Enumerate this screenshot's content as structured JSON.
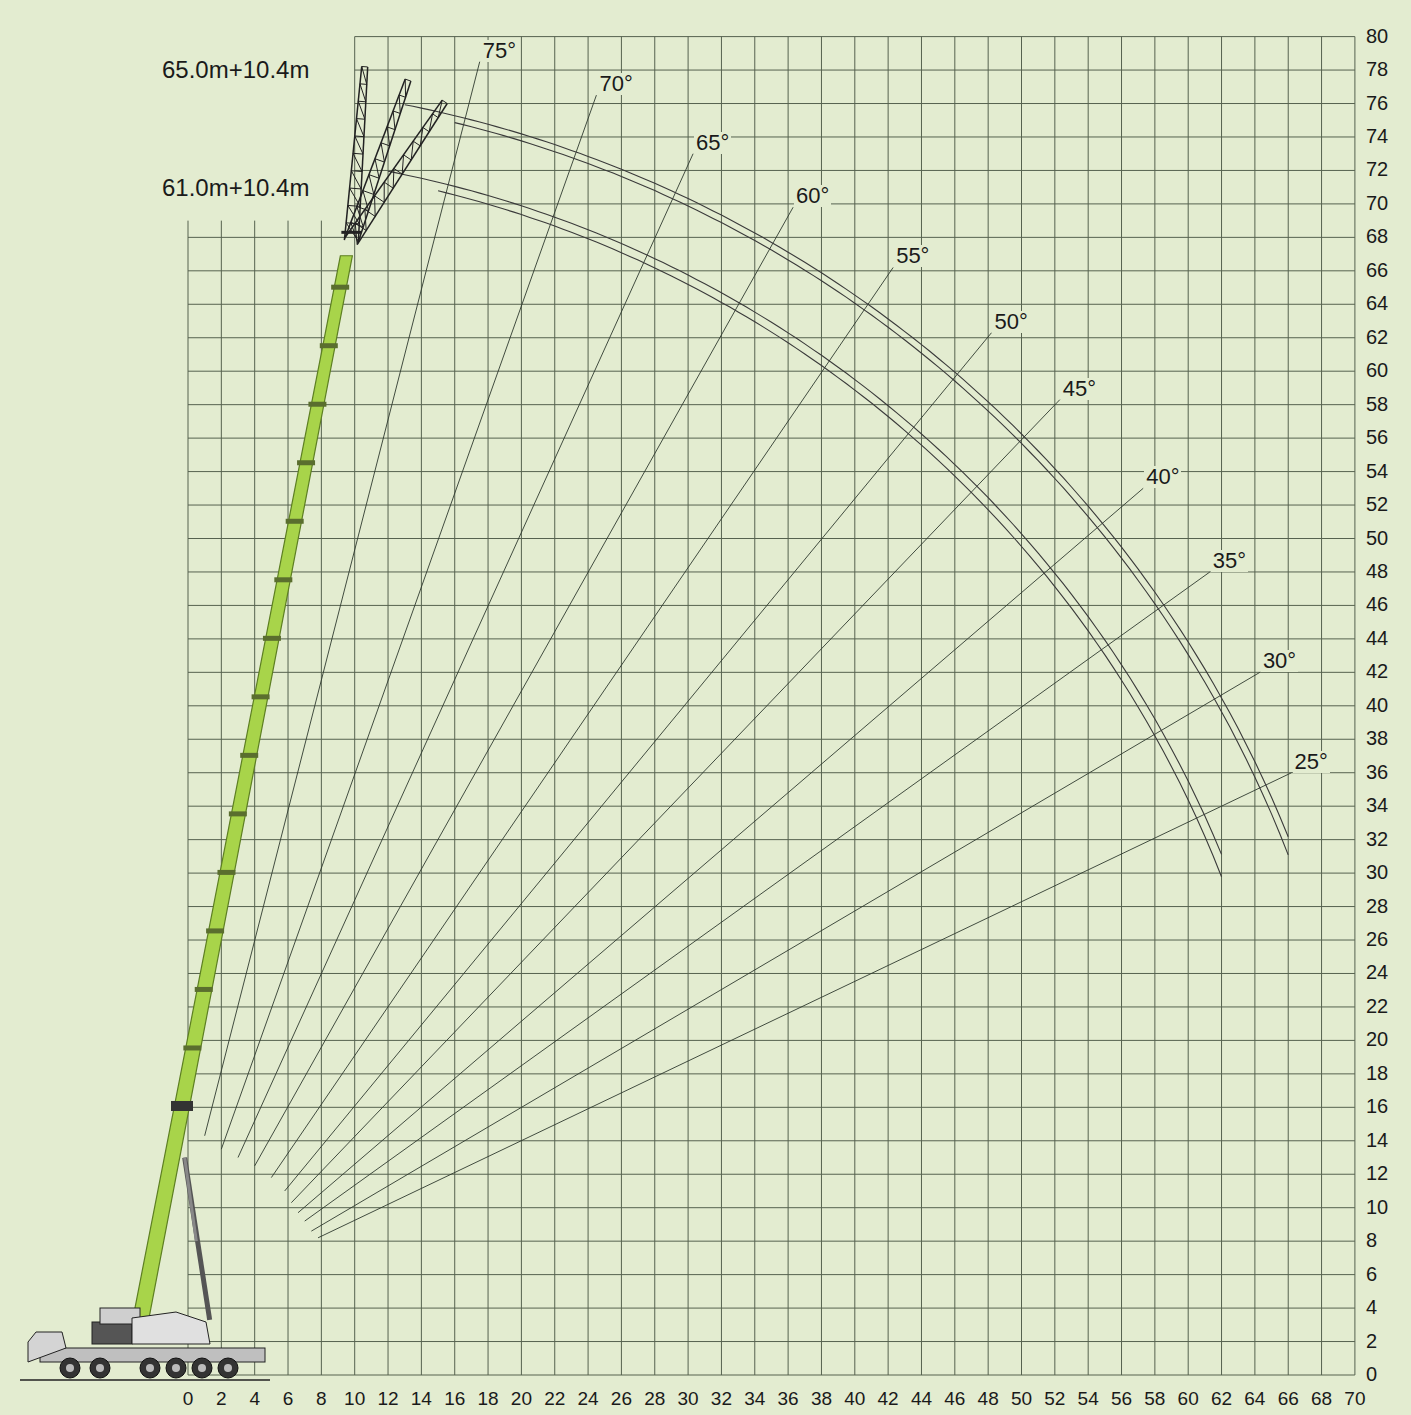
{
  "diagram": {
    "labels": [
      "65.0m+10.4m",
      "61.0m+10.4m",
      "75°",
      "70°",
      "65°",
      "60°",
      "55°",
      "50°",
      "45°",
      "40°",
      "35°",
      "30°",
      "25°",
      "80",
      "78",
      "76",
      "74",
      "72",
      "70",
      "68",
      "66",
      "64",
      "62",
      "60",
      "58",
      "56",
      "54",
      "52",
      "50",
      "48",
      "46",
      "44",
      "42",
      "40",
      "38",
      "36",
      "34",
      "32",
      "30",
      "28",
      "26",
      "24",
      "22",
      "20",
      "18",
      "16",
      "14",
      "12",
      "10",
      "8",
      "6",
      "4",
      "2",
      "0",
      "0",
      "2",
      "4",
      "6",
      "8",
      "10",
      "12",
      "14",
      "16",
      "18",
      "20",
      "22",
      "24",
      "26",
      "28",
      "30",
      "32",
      "34",
      "36",
      "38",
      "40",
      "42",
      "44",
      "46",
      "48",
      "50",
      "52",
      "54",
      "56",
      "58",
      "60",
      "62",
      "64",
      "66",
      "68",
      "70"
    ]
  }
}
